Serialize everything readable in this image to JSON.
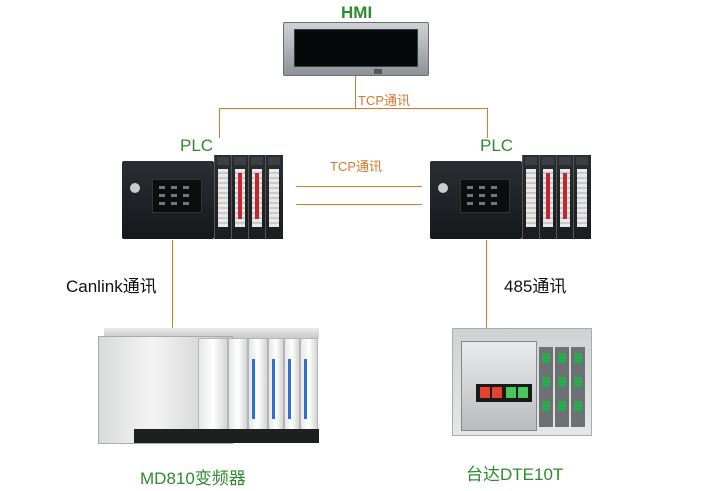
{
  "nodes": {
    "hmi": {
      "label": "HMI"
    },
    "plc_left": {
      "label": "PLC"
    },
    "plc_right": {
      "label": "PLC"
    },
    "inverter": {
      "label": "MD810变频器"
    },
    "delta": {
      "label": "台达DTE10T"
    }
  },
  "links": {
    "hmi_plc": {
      "label": "TCP通讯"
    },
    "plc_plc": {
      "label": "TCP通讯"
    },
    "plc_inverter": {
      "label": "Canlink通讯"
    },
    "plc_delta": {
      "label": "485通讯"
    }
  },
  "colors": {
    "node_label": "#2e8b2e",
    "tcp_line": "#d9782e",
    "link_text": "#111111"
  }
}
